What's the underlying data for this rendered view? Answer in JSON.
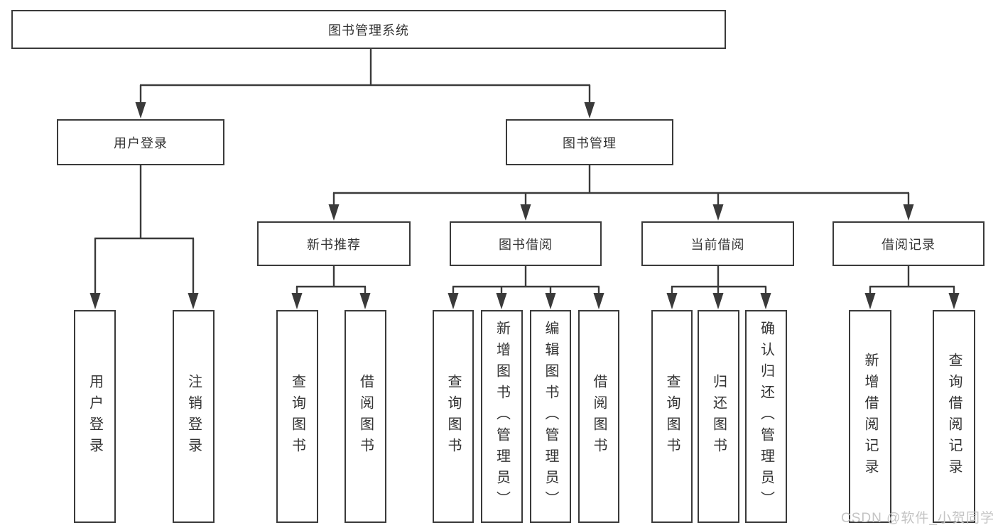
{
  "diagram": {
    "root": {
      "label": "图书管理系统"
    },
    "branches": [
      {
        "label": "用户登录",
        "leaves": [
          {
            "label": "用户登录"
          },
          {
            "label": "注销登录"
          }
        ]
      },
      {
        "label": "图书管理",
        "groups": [
          {
            "label": "新书推荐",
            "leaves": [
              {
                "label": "查询图书"
              },
              {
                "label": "借阅图书"
              }
            ]
          },
          {
            "label": "图书借阅",
            "leaves": [
              {
                "label": "查询图书"
              },
              {
                "label": "新增图书（管理员）"
              },
              {
                "label": "编辑图书（管理员）"
              },
              {
                "label": "借阅图书"
              }
            ]
          },
          {
            "label": "当前借阅",
            "leaves": [
              {
                "label": "查询图书"
              },
              {
                "label": "归还图书"
              },
              {
                "label": "确认归还（管理员）"
              }
            ]
          },
          {
            "label": "借阅记录",
            "leaves": [
              {
                "label": "新增借阅记录"
              },
              {
                "label": "查询借阅记录"
              }
            ]
          }
        ]
      }
    ]
  },
  "watermark": {
    "text": "CSDN @软件_小贺同学",
    "color": "#c4c4c4"
  },
  "colors": {
    "line": "#3a3a3a",
    "box_border": "#3a3a3a",
    "box_fill": "#ffffff",
    "text": "#333333",
    "background": "#ffffff"
  }
}
